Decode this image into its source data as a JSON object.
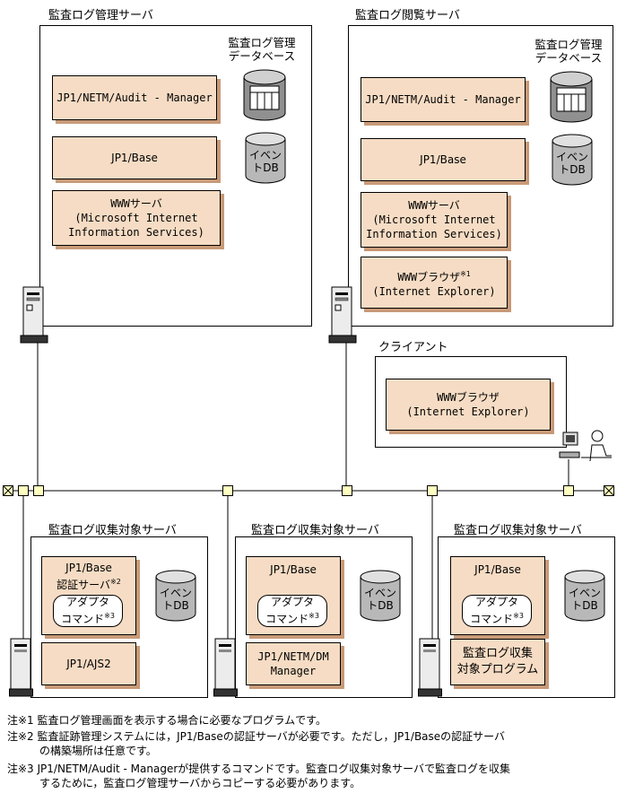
{
  "mgmt_server": {
    "title": "監査ログ管理サーバ",
    "db_label_line1": "監査ログ管理",
    "db_label_line2": "データベース",
    "audit_manager": "JP1/NETM/Audit - Manager",
    "jp1base": "JP1/Base",
    "event_db_line1": "イベン",
    "event_db_line2": "トDB",
    "www_server_line1": "WWWサーバ",
    "www_server_line2": "(Microsoft Internet",
    "www_server_line3": "Information Services)"
  },
  "view_server": {
    "title": "監査ログ閲覧サーバ",
    "db_label_line1": "監査ログ管理",
    "db_label_line2": "データベース",
    "audit_manager": "JP1/NETM/Audit - Manager",
    "jp1base": "JP1/Base",
    "event_db_line1": "イベン",
    "event_db_line2": "トDB",
    "www_server_line1": "WWWサーバ",
    "www_server_line2": "(Microsoft Internet",
    "www_server_line3": "Information Services)",
    "browser_line1": "WWWブラウザ",
    "browser_sup": "※1",
    "browser_line2": "(Internet Explorer)"
  },
  "client": {
    "title": "クライアント",
    "browser_line1": "WWWブラウザ",
    "browser_line2": "(Internet Explorer)"
  },
  "targets": [
    {
      "title": "監査ログ収集対象サーバ",
      "jp1base_line1": "JP1/Base",
      "jp1base_line2": "認証サーバ",
      "jp1base_sup": "※2",
      "adapter_line1": "アダプタ",
      "adapter_line2": "コマンド",
      "adapter_sup": "※3",
      "event_db_line1": "イベン",
      "event_db_line2": "トDB",
      "bottom_line1": "JP1/AJS2",
      "bottom_line2": ""
    },
    {
      "title": "監査ログ収集対象サーバ",
      "jp1base_line1": "JP1/Base",
      "jp1base_line2": "",
      "jp1base_sup": "",
      "adapter_line1": "アダプタ",
      "adapter_line2": "コマンド",
      "adapter_sup": "※3",
      "event_db_line1": "イベン",
      "event_db_line2": "トDB",
      "bottom_line1": "JP1/NETM/DM",
      "bottom_line2": "Manager"
    },
    {
      "title": "監査ログ収集対象サーバ",
      "jp1base_line1": "JP1/Base",
      "jp1base_line2": "",
      "jp1base_sup": "",
      "adapter_line1": "アダプタ",
      "adapter_line2": "コマンド",
      "adapter_sup": "※3",
      "event_db_line1": "イベン",
      "event_db_line2": "トDB",
      "bottom_line1": "監査ログ収集",
      "bottom_line2": "対象プログラム"
    }
  ],
  "notes": [
    "注※1 監査ログ管理画面を表示する場合に必要なプログラムです。",
    "注※2 監査証跡管理システムには，JP1/Baseの認証サーバが必要です。ただし，JP1/Baseの認証サーバ",
    "　　　の構築場所は任意です。",
    "注※3 JP1/NETM/Audit - Managerが提供するコマンドです。監査ログ収集対象サーバで監査ログを収集",
    "　　　するために，監査ログ管理サーバからコピーする必要があります。"
  ],
  "colors": {
    "box_fill": "#f6dcc4",
    "box_shadow": "#c89a78",
    "node_fill": "#ffffc0",
    "cylinder": "#b8b8b8"
  }
}
